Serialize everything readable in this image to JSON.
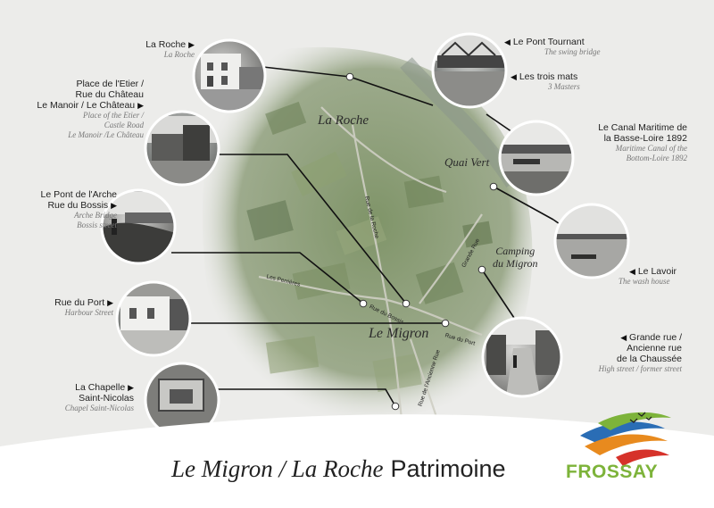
{
  "map_places": {
    "la_roche": "La Roche",
    "quai_vert": "Quai Vert",
    "camping": "Camping du Migron",
    "camping_l1": "Camping",
    "camping_l2": "du Migron",
    "le_migron": "Le Migron"
  },
  "streets": {
    "rue_la_roche": "Rue de la Roche",
    "les_perrieres": "Les Perrières",
    "rue_du_bossis": "Rue du Bossis",
    "rue_du_port": "Rue du Port",
    "grande_rue": "Grande Rue",
    "rue_des_forges": "Rue de l'Ancienne Rue"
  },
  "pois": {
    "la_roche": {
      "title": "La Roche",
      "sub": "La Roche"
    },
    "etier": {
      "title_lines": [
        "Place de l'Etier /",
        "Rue du Château",
        "Le Manoir / Le Château"
      ],
      "sub_lines": [
        "Place of the Etier /",
        "Castle Road",
        "Le Manoir /Le Château"
      ]
    },
    "pont_arche": {
      "title_lines": [
        "Le Pont de l'Arche",
        "Rue du Bossis"
      ],
      "sub_lines": [
        "Arche Bridge",
        "Bossis street"
      ]
    },
    "rue_du_port": {
      "title": "Rue du Port",
      "sub": "Harbour Street"
    },
    "chapelle": {
      "title_lines": [
        "La Chapelle",
        "Saint-Nicolas"
      ],
      "sub": "Chapel Saint-Nicolas"
    },
    "pont_tournant": {
      "title": "Le Pont Tournant",
      "sub": "The swing bridge"
    },
    "trois_mats": {
      "title": "Les trois mats",
      "sub": "3 Masters"
    },
    "canal": {
      "title_lines": [
        "Le Canal Maritime de",
        "la Basse-Loire 1892"
      ],
      "sub_lines": [
        "Maritime Canal of the",
        "Bottom-Loire 1892"
      ]
    },
    "lavoir": {
      "title": "Le Lavoir",
      "sub": "The wash house"
    },
    "grande_rue": {
      "title_lines": [
        "Grande rue /",
        "Ancienne rue",
        "de la Chaussée"
      ],
      "sub": "High street / former street"
    }
  },
  "footer": {
    "title_italic": "Le Migron / La Roche",
    "title_plain": "Patrimoine",
    "logo": "FROSSAY"
  },
  "colors": {
    "background": "#ececea",
    "map_green": "#7f9468",
    "callout_line": "#111111",
    "logo_green": "#7db33a",
    "logo_blue": "#2a6db5",
    "logo_orange": "#e88a1e",
    "logo_red": "#d6322a"
  },
  "icons": [
    "arrow-right-icon",
    "arrow-left-icon",
    "birds-icon",
    "frossay-logo-icon"
  ]
}
